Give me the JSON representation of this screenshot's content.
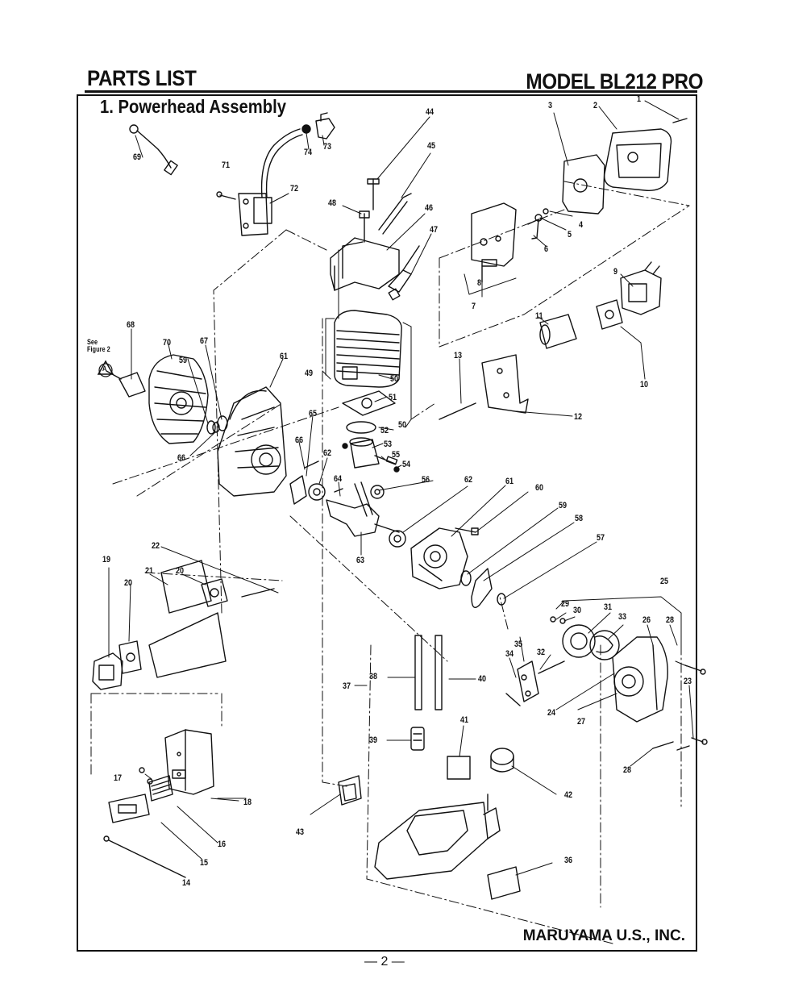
{
  "header": {
    "left_title": "PARTS LIST",
    "right_title": "MODEL BL212 PRO"
  },
  "section_title": "1. Powerhead Assembly",
  "footer": {
    "company": "MARUYAMA U.S., INC.",
    "page_number": "— 2 —"
  },
  "callouts": {
    "see_figure": "See\nFigure 2",
    "circle_a": "A",
    "c1": "1",
    "c2": "2",
    "c3": "3",
    "c4": "4",
    "c5": "5",
    "c6": "6",
    "c7": "7",
    "c8": "8",
    "c9": "9",
    "c10": "10",
    "c11": "11",
    "c12": "12",
    "c13": "13",
    "c14": "14",
    "c15": "15",
    "c16": "16",
    "c17": "17",
    "c18": "18",
    "c19": "19",
    "c20a": "20",
    "c20b": "20",
    "c21": "21",
    "c22": "22",
    "c23": "23",
    "c24": "24",
    "c25": "25",
    "c26": "26",
    "c27": "27",
    "c28a": "28",
    "c28b": "28",
    "c29": "29",
    "c30": "30",
    "c31": "31",
    "c32": "32",
    "c33": "33",
    "c34": "34",
    "c35": "35",
    "c36": "36",
    "c37": "37",
    "c38": "38",
    "c39": "39",
    "c40": "40",
    "c41": "41",
    "c42": "42",
    "c43": "43",
    "c44": "44",
    "c45": "45",
    "c46": "46",
    "c47": "47",
    "c48": "48",
    "c49": "49",
    "c50a": "50",
    "c50b": "50",
    "c51": "51",
    "c52": "52",
    "c53": "53",
    "c54": "54",
    "c55": "55",
    "c56": "56",
    "c57": "57",
    "c58": "58",
    "c59a": "59",
    "c59b": "59",
    "c60": "60",
    "c61a": "61",
    "c61b": "61",
    "c62a": "62",
    "c62b": "62",
    "c63": "63",
    "c64": "64",
    "c65": "65",
    "c66a": "66",
    "c66b": "66",
    "c67": "67",
    "c68": "68",
    "c69": "69",
    "c70": "70",
    "c71": "71",
    "c72": "72",
    "c73": "73",
    "c74": "74"
  }
}
